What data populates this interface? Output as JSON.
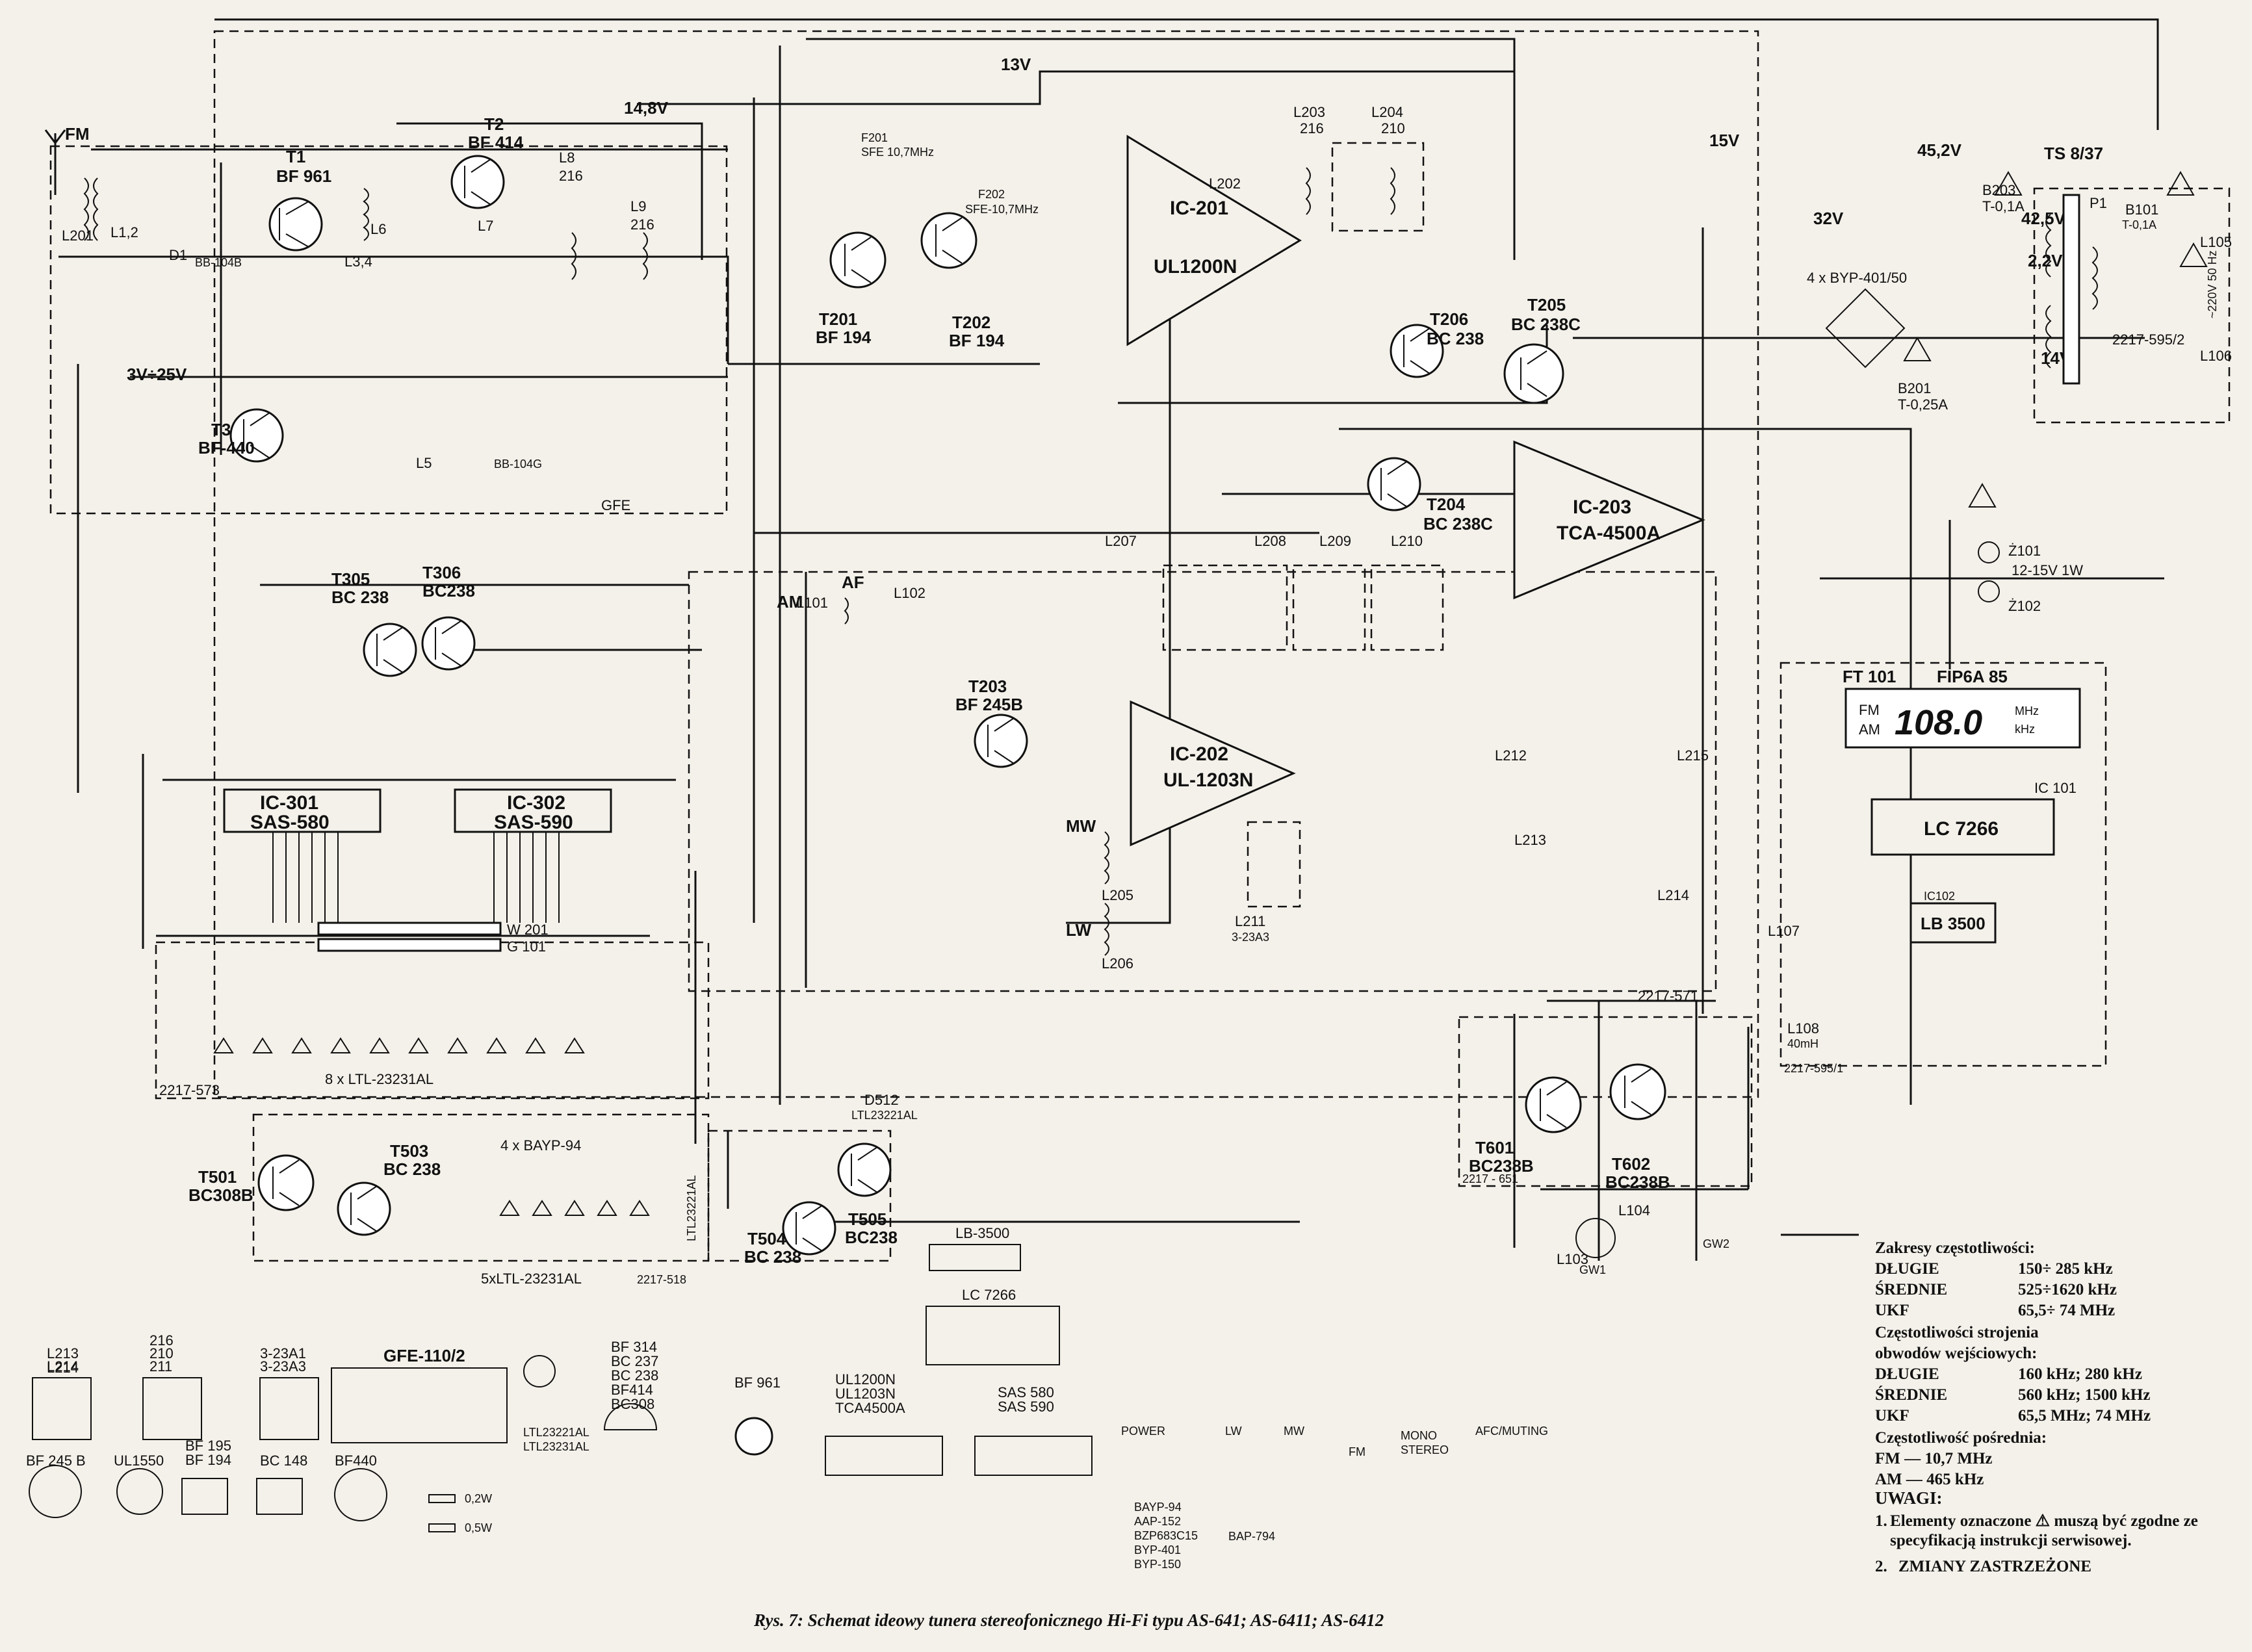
{
  "caption": "Rys. 7: Schemat ideowy tunera stereofonicznego Hi-Fi typu AS-641; AS-6411; AS-6412",
  "blocks": {
    "fm_in": "FM",
    "am_in": "AM",
    "af_label": "AF",
    "t1": "T1",
    "t1_type": "BF 961",
    "t2": "T2",
    "t2_type": "BF 414",
    "t3": "T3",
    "t3_type": "BF-440",
    "l201": "L201",
    "l12": "L1,2",
    "l34": "L3,4",
    "l6": "L6",
    "l7": "L7",
    "l8": "L8",
    "l8v": "216",
    "l9": "L9",
    "l9v": "216",
    "l5": "L5",
    "d1": "D1",
    "d1_type": "BB-104B",
    "d4_type": "BB-104G",
    "v3_25": "3V÷25V",
    "gfe": "GFE",
    "t201": "T201",
    "t201_type": "BF 194",
    "t202": "T202",
    "t202_type": "BF 194",
    "f201": "F201",
    "f201_freq": "SFE 10,7MHz",
    "f202": "F202",
    "f202_freq": "SFE-10,7MHz",
    "ic201": "IC-201",
    "ic201_type": "UL1200N",
    "ic202": "IC-202",
    "ic202_type": "UL-1203N",
    "ic203": "IC-203",
    "ic203_type": "TCA-4500A",
    "l202": "L202",
    "l203": "L203",
    "l203v": "216",
    "l204": "L204",
    "l204v": "210",
    "t205": "T205",
    "t205_type": "BC 238C",
    "t206": "T206",
    "t206_type": "BC 238",
    "t203": "T203",
    "t203_type": "BF 245B",
    "t204": "T204",
    "t204_type": "BC 238C",
    "l101": "L101",
    "l102": "L102",
    "l207": "L207",
    "l208": "L208",
    "l209": "L209",
    "l210": "L210",
    "l211": "L211",
    "l211v": "3-23A3",
    "mw": "MW",
    "lw": "LW",
    "l205": "L205",
    "l206": "L206",
    "l212": "L212",
    "l213": "L213",
    "l214": "L214",
    "l215": "L215",
    "v13": "13V",
    "v48": "14,8V",
    "v15": "15V",
    "v452": "45,2V",
    "v425": "42,5V",
    "v32": "32V",
    "v14": "14V",
    "v22": "2,2V",
    "ts": "TS 8/37",
    "p1": "P1",
    "b101": "B101",
    "b101_f": "T-0,1A",
    "l105": "L105",
    "l106": "L106",
    "mains": "~220V 50 Hz",
    "tr_code": "2217-595/2",
    "bridge": "4 x BYP-401/50",
    "b201": "B201",
    "b201_f": "T-0,25A",
    "b203": "B203",
    "b203_f": "T-0,1A",
    "z101": "Ż101",
    "z102": "Ż102",
    "lamp_v": "12-15V 1W",
    "ft101": "FT 101",
    "fip": "FIP6A 85",
    "disp_fm": "FM",
    "disp_am": "AM",
    "disp_val": "108.0",
    "disp_mhz": "MHz",
    "disp_khz": "kHz",
    "ic101": "IC 101",
    "ic101_type": "LC 7266",
    "ic102": "IC102",
    "ic102_type": "LB 3500",
    "l107": "L107",
    "l108": "L108",
    "l108v": "40mH",
    "code_595_1": "2217-595/1",
    "t305": "T305",
    "t305_type": "BC 238",
    "t306": "T306",
    "t306_type": "BC238",
    "ic301": "IC-301",
    "ic301_type": "SAS-580",
    "ic302": "IC-302",
    "ic302_type": "SAS-590",
    "w201": "W 201",
    "g101": "G 101",
    "led_row1": "8 x LTL-23231AL",
    "code_573": "2217-573",
    "t501": "T501",
    "t501_type": "BC308B",
    "t503": "T503",
    "t503_type": "BC 238",
    "t504": "T504",
    "t504_type": "BC 238",
    "t505": "T505",
    "t505_type": "BC238",
    "led_row2": "5xLTL-23231AL",
    "code_518": "2217-518",
    "d512": "D512",
    "d512_type": "LTL23221AL",
    "d511_type": "LTL23221AL",
    "bayp94": "4 x BAYP-94",
    "t601": "T601",
    "t601_type": "BC238B",
    "t602": "T602",
    "t602_type": "BC238B",
    "code_651": "2217 - 651",
    "l103": "L103",
    "l104": "L104",
    "gw1": "GW1",
    "gw2": "GW2",
    "code_571": "2217-571"
  },
  "legend": {
    "p_l213": "L213\nL214",
    "p_216": "216\n210\n211",
    "p_323": "3-23A1\n3-23A3",
    "p_gfe": "GFE-110/2",
    "p_bf314": "BF 314\nBC 237\nBC 238\nBF414\nBC308",
    "p_ltl": "LTL23221AL\nLTL23231AL",
    "p_bf961": "BF 961",
    "p_ul": "UL1200N\nUL1203N\nTCA4500A",
    "p_sas": "SAS 580\nSAS 590",
    "p_lb": "LB-3500",
    "p_lc": "LC 7266",
    "p_bf245": "BF 245 B",
    "p_ul1550": "UL1550",
    "p_bf195": "BF 195\nBF 194",
    "p_bc148": "BC 148",
    "p_bf440": "BF440",
    "p_w02": "0,2W",
    "p_w05": "0,5W",
    "p_diodes": "BAYP-94\nAAP-152\nBZP683C15\nBYP-401\nBYP-150",
    "p_bap": "BAP-794",
    "sw_power": "POWER",
    "sw_lw": "LW",
    "sw_mw": "MW",
    "sw_fm": "FM",
    "sw_mono": "MONO\nSTEREO",
    "sw_afc": "AFC/MUTING"
  },
  "notes": {
    "title1": "Zakresy częstotliwości:",
    "ranges": [
      {
        "k": "DŁUGIE",
        "v": "150÷ 285 kHz"
      },
      {
        "k": "ŚREDNIE",
        "v": "525÷1620 kHz"
      },
      {
        "k": "UKF",
        "v": "65,5÷ 74 MHz"
      }
    ],
    "title2": "Częstotliwości strojenia",
    "title2b": "obwodów wejściowych:",
    "tuning": [
      {
        "k": "DŁUGIE",
        "v": "160 kHz;  280 kHz"
      },
      {
        "k": "ŚREDNIE",
        "v": "560 kHz; 1500 kHz"
      },
      {
        "k": "UKF",
        "v": "65,5 MHz;  74 MHz"
      }
    ],
    "title3": "Częstotliwość pośrednia:",
    "if": [
      {
        "k": "FM — 10,7 MHz",
        "v": ""
      },
      {
        "k": "AM — 465 kHz",
        "v": ""
      }
    ]
  },
  "uwagi": {
    "title": "UWAGI:",
    "items": [
      {
        "n": "1.",
        "t": "Elementy oznaczone ⚠ muszą być zgodne ze specyfikacją instrukcji serwisowej."
      },
      {
        "n": "2.",
        "t": "ZMIANY ZASTRZEŻONE"
      }
    ]
  }
}
